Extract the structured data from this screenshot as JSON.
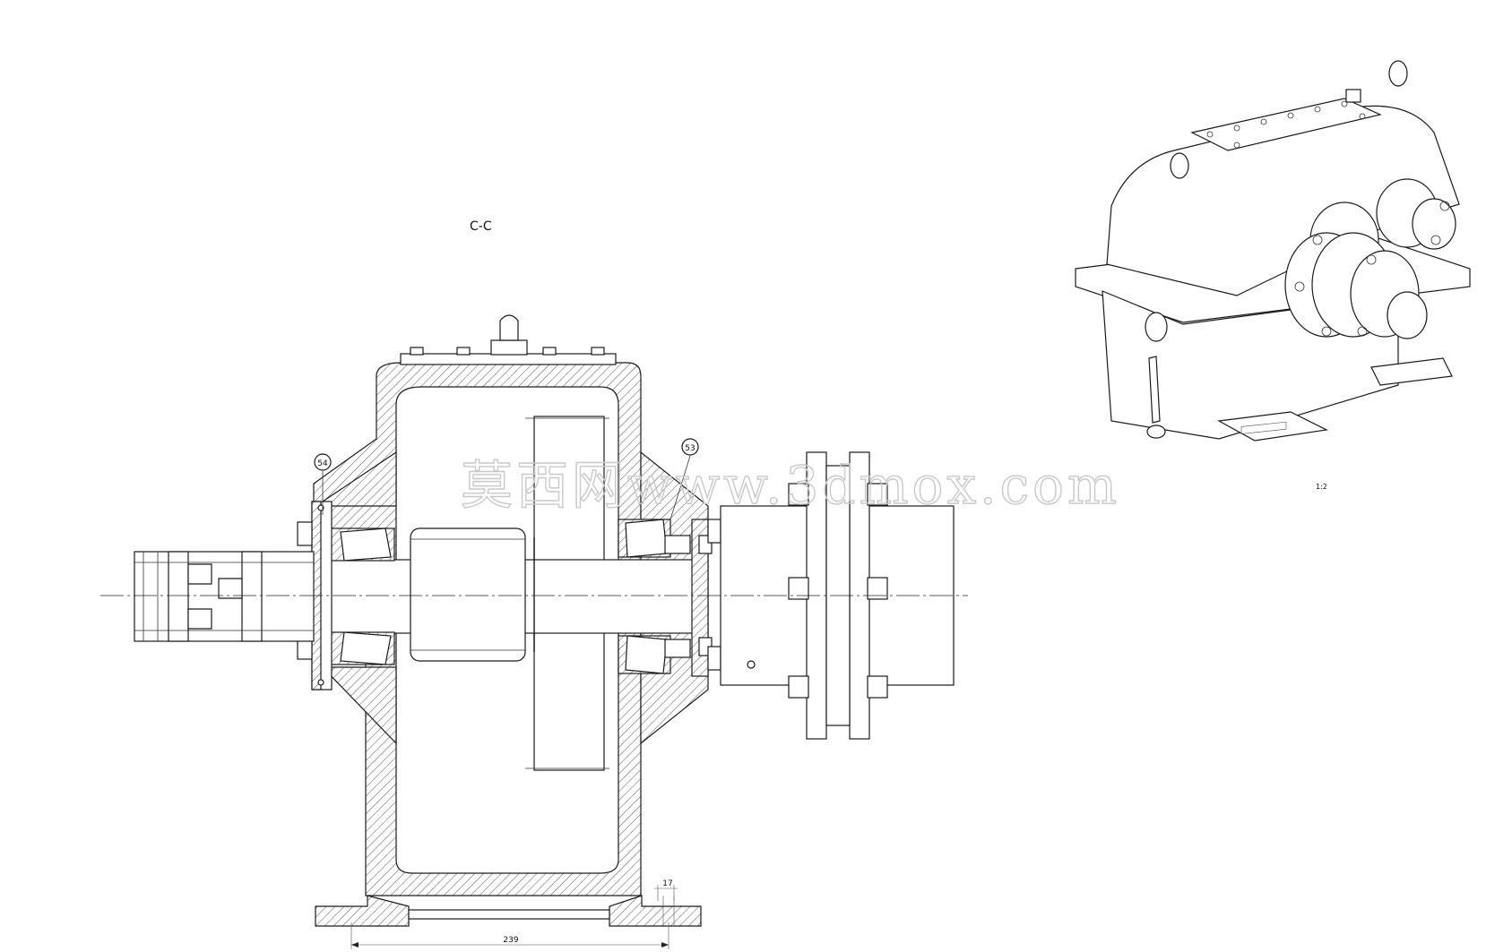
{
  "section_label": "C-C",
  "balloons": {
    "left": "54",
    "right": "53"
  },
  "dimensions": {
    "base_length": "239",
    "foot_width": "17"
  },
  "scale_label": "1:2",
  "watermark": "莫西网www.3dmox.com"
}
